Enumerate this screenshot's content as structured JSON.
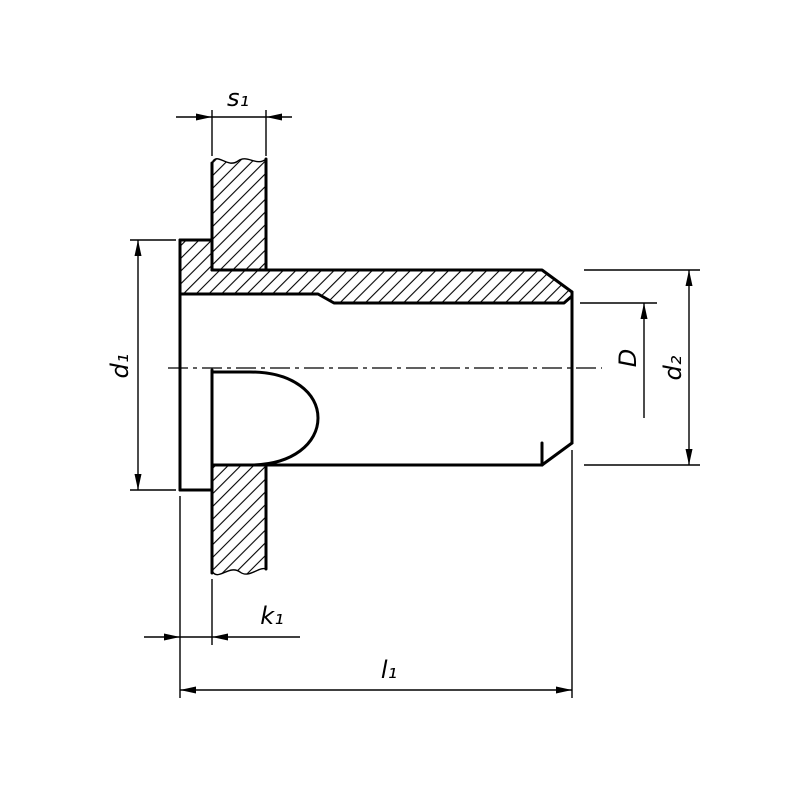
{
  "drawing": {
    "background": "#ffffff",
    "line_color": "#000000",
    "labels": {
      "s1": "s₁",
      "d1": "d₁",
      "d2": "d₂",
      "D": "D",
      "k1": "k₁",
      "l1": "l₁"
    }
  }
}
